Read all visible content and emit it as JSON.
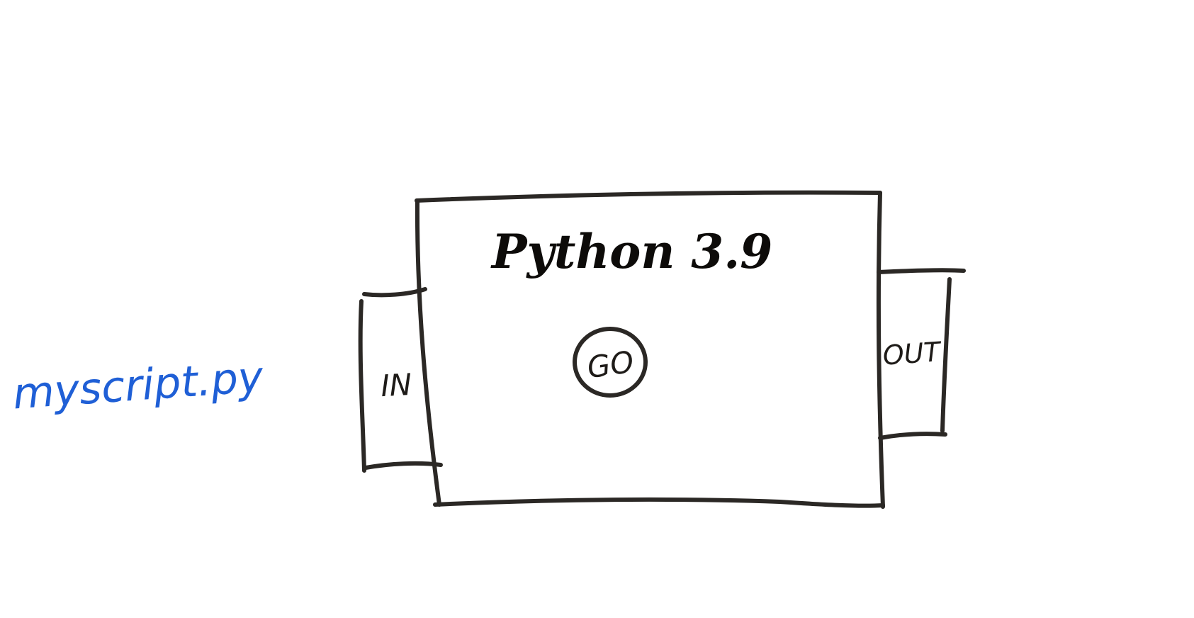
{
  "diagram": {
    "script_label": "myscript.py",
    "box_title": "Python 3.9",
    "go_label": "GO",
    "in_label": "IN",
    "out_label": "OUT",
    "colors": {
      "ink": "#2b2825",
      "script_ink": "#1f5fd6",
      "background": "#ffffff"
    }
  }
}
